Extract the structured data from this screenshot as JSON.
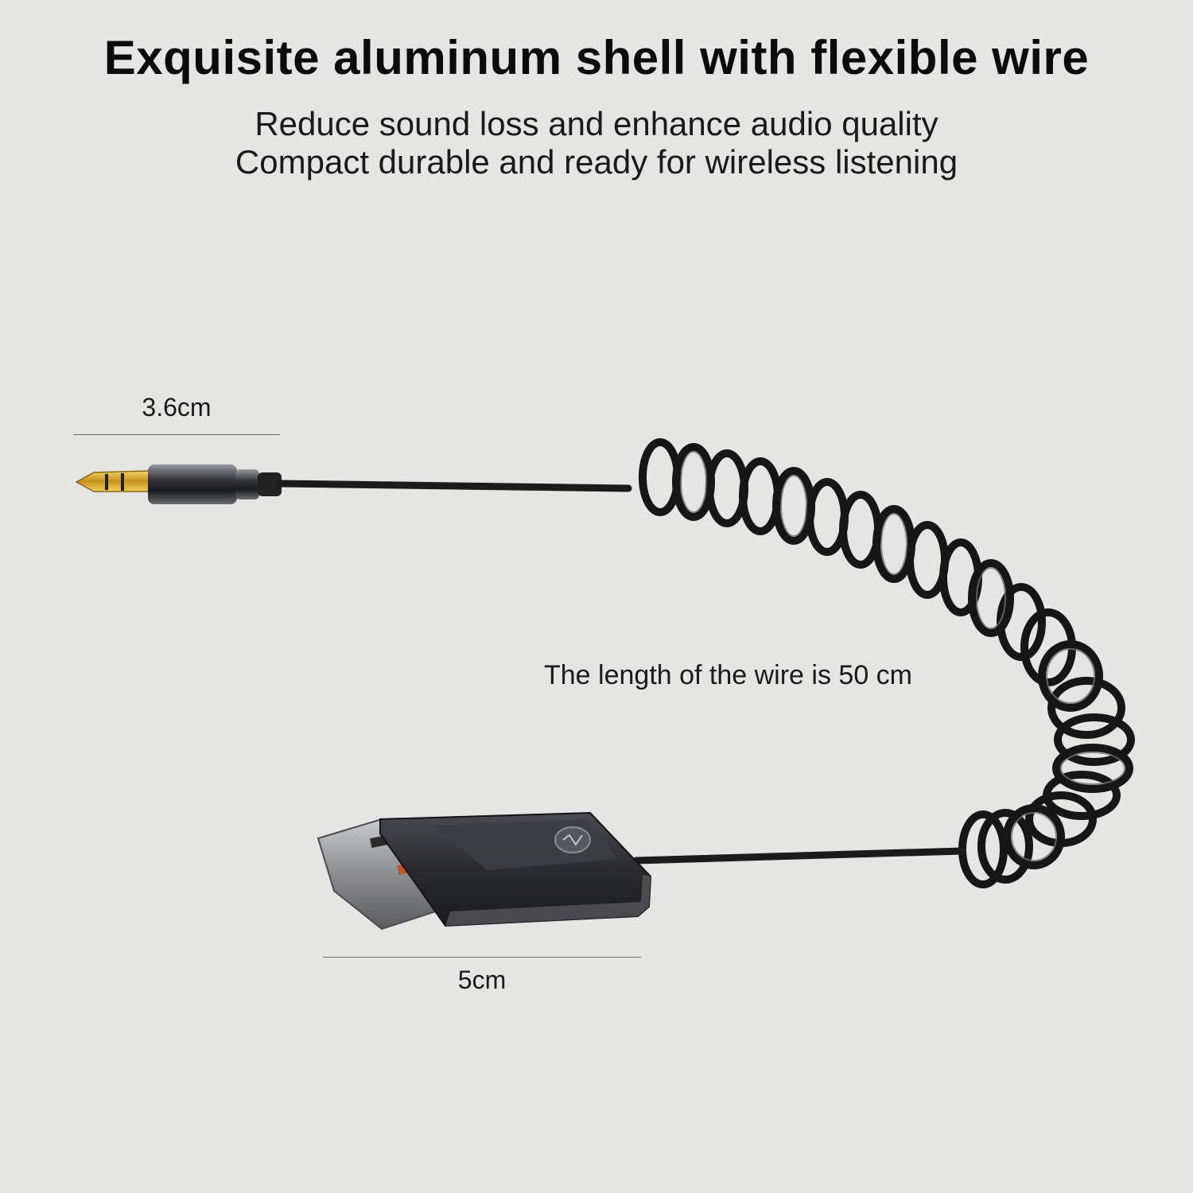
{
  "header": {
    "title": "Exquisite aluminum shell with flexible wire",
    "subtitle_line1": "Reduce sound loss and enhance audio quality",
    "subtitle_line2": "Compact durable and ready for wireless listening"
  },
  "dimensions": {
    "jack_length": "3.6cm",
    "usb_length": "5cm",
    "wire_length": "The length of the wire is 50 cm"
  },
  "colors": {
    "background": "#e5e6e3",
    "cable": "#1b1b1b",
    "gold_tip": "#d6a52a",
    "usb_shell": "#2e2f33"
  }
}
